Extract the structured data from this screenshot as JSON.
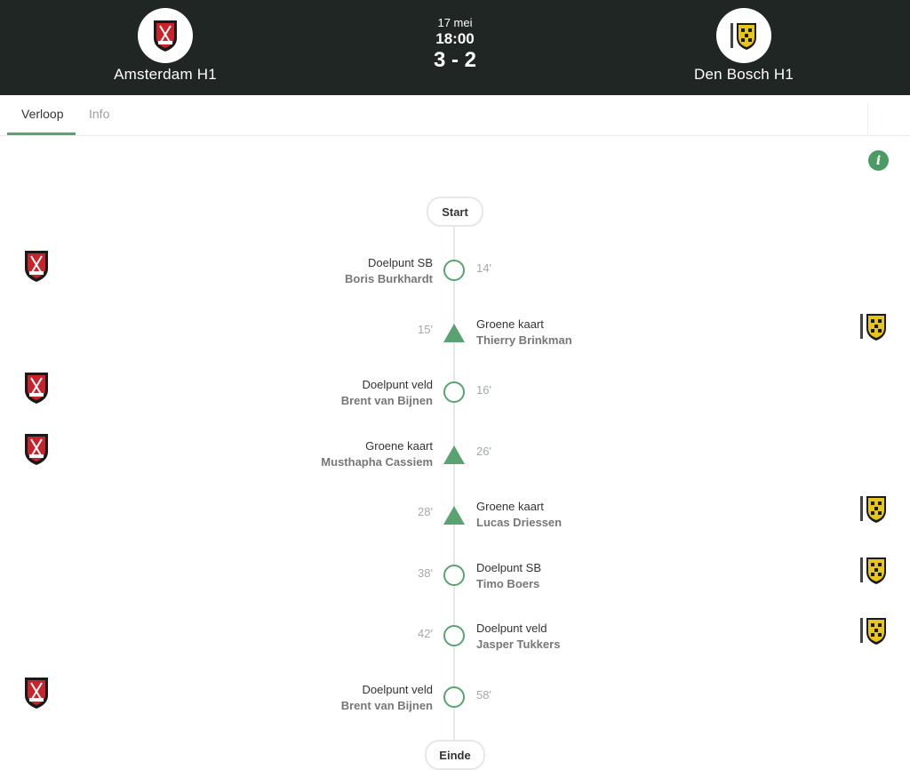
{
  "match": {
    "date": "17 mei",
    "time": "18:00",
    "score": "3 - 2",
    "home_team": "Amsterdam H1",
    "away_team": "Den Bosch H1"
  },
  "tabs": [
    {
      "label": "Verloop",
      "active": true
    },
    {
      "label": "Info",
      "active": false
    }
  ],
  "timeline": {
    "start_label": "Start",
    "end_label": "Einde",
    "events": [
      {
        "side": "home",
        "marker": "goal-circle",
        "type": "Doelpunt SB",
        "player": "Boris Burkhardt",
        "minute": "14'"
      },
      {
        "side": "away",
        "marker": "green-card-triangle",
        "type": "Groene kaart",
        "player": "Thierry Brinkman",
        "minute": "15'"
      },
      {
        "side": "home",
        "marker": "goal-circle",
        "type": "Doelpunt veld",
        "player": "Brent van Bijnen",
        "minute": "16'"
      },
      {
        "side": "home",
        "marker": "green-card-triangle",
        "type": "Groene kaart",
        "player": "Musthapha Cassiem",
        "minute": "26'"
      },
      {
        "side": "away",
        "marker": "green-card-triangle",
        "type": "Groene kaart",
        "player": "Lucas Driessen",
        "minute": "28'"
      },
      {
        "side": "away",
        "marker": "goal-circle",
        "type": "Doelpunt SB",
        "player": "Timo Boers",
        "minute": "38'"
      },
      {
        "side": "away",
        "marker": "goal-circle",
        "type": "Doelpunt veld",
        "player": "Jasper Tukkers",
        "minute": "42'"
      },
      {
        "side": "home",
        "marker": "goal-circle",
        "type": "Doelpunt veld",
        "player": "Brent van Bijnen",
        "minute": "58'"
      }
    ]
  },
  "info_icon": "info-icon",
  "colors": {
    "header_bg": "#1f2623",
    "accent": "#5aa271",
    "home_crest": "#c8222b",
    "away_crest": "#e8c51a"
  }
}
